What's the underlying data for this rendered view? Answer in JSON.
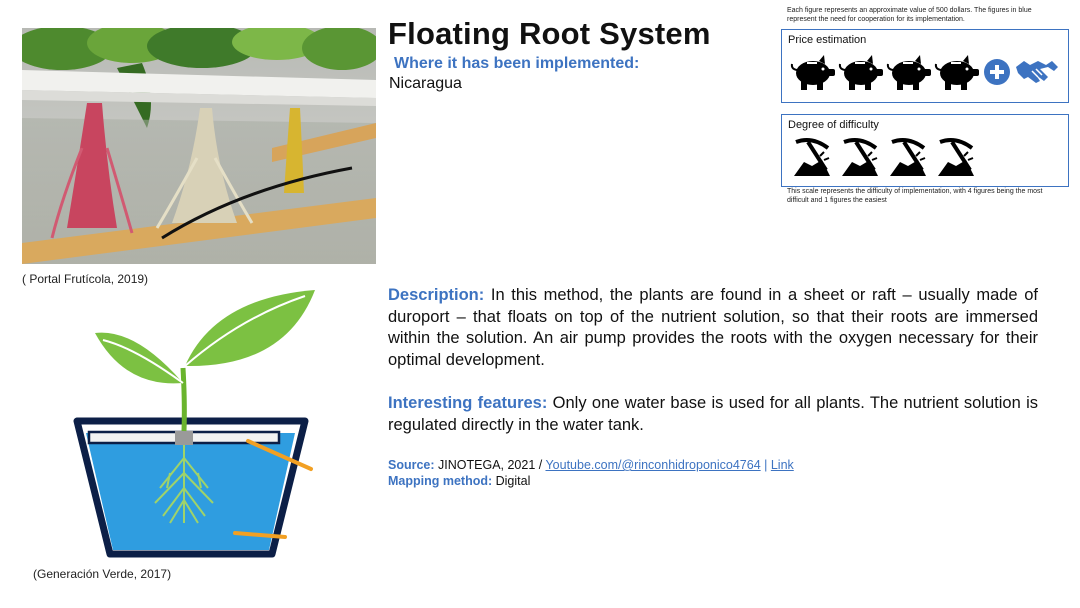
{
  "title": "Floating Root System",
  "implemented_label": "Where it has been implemented:",
  "implemented_value": "Nicaragua",
  "photo_caption": "( Portal Frutícola, 2019)",
  "diagram_caption": "(Generación Verde, 2017)",
  "price": {
    "note": "Each figure represents an approximate value of 500 dollars. The figures in blue represent the need for cooperation for its implementation.",
    "label": "Price estimation",
    "icons": [
      "piggy-bank-icon",
      "piggy-bank-icon",
      "piggy-bank-icon",
      "piggy-bank-icon",
      "plus-circle-icon",
      "handshake-icon"
    ],
    "color_black": "#000000",
    "color_blue": "#3d73c1"
  },
  "difficulty": {
    "label": "Degree  of difficulty",
    "level": 4,
    "max": 4,
    "icons": [
      "pickaxe-icon",
      "pickaxe-icon",
      "pickaxe-icon",
      "pickaxe-icon"
    ],
    "note": "This scale represents the difficulty of implementation,  with 4 figures being the most difficult and  1 figures the easiest"
  },
  "description": {
    "label": "Description:",
    "text": " In this method, the plants are found in a sheet or raft – usually made of duroport – that floats on top of the nutrient solution, so that their roots are immersed within the solution. An air pump provides the roots with the oxygen necessary for their optimal development."
  },
  "features": {
    "label": "Interesting features:",
    "text": " Only one water base is used for all plants. The nutrient solution is regulated directly in the water tank."
  },
  "source": {
    "label": "Source:",
    "text": " JINOTEGA, 2021 / ",
    "link1": "Youtube.com/@rinconhidroponico4764",
    "separator": " | ",
    "link2": "Link"
  },
  "mapping": {
    "label": "Mapping method:",
    "value": " Digital"
  },
  "accent_color": "#3d73c1"
}
